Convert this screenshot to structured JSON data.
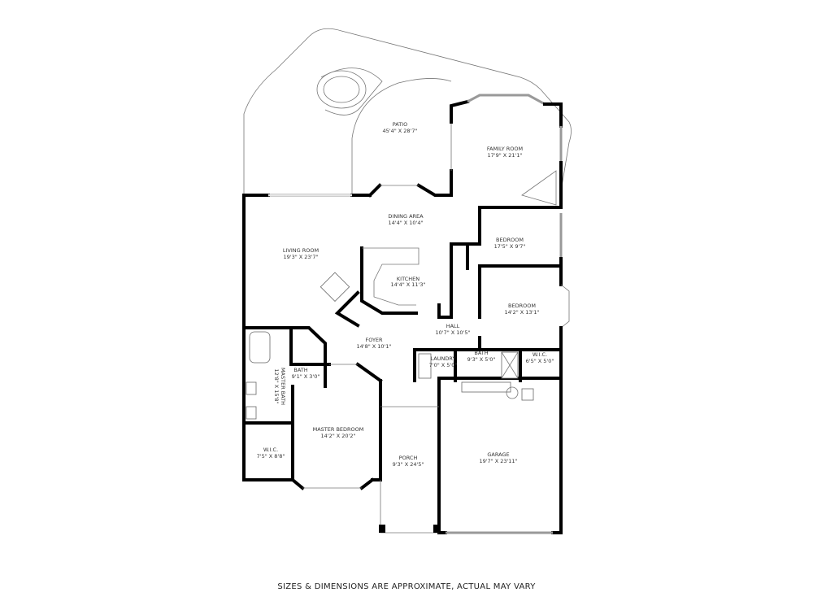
{
  "rooms": {
    "patio": {
      "name": "PATIO",
      "dims": "45'4\" X 28'7\""
    },
    "family_room": {
      "name": "FAMILY ROOM",
      "dims": "17'9\" X 21'1\""
    },
    "dining_area": {
      "name": "DINING AREA",
      "dims": "14'4\" X 10'4\""
    },
    "bedroom_1": {
      "name": "BEDROOM",
      "dims": "17'5\" X 9'7\""
    },
    "living_room": {
      "name": "LIVING ROOM",
      "dims": "19'3\" X 23'7\""
    },
    "kitchen": {
      "name": "KITCHEN",
      "dims": "14'4\" X 11'3\""
    },
    "bedroom_2": {
      "name": "BEDROOM",
      "dims": "14'2\" X 13'1\""
    },
    "hall": {
      "name": "HALL",
      "dims": "10'7\" X 10'5\""
    },
    "foyer": {
      "name": "FOYER",
      "dims": "14'8\" X 10'1\""
    },
    "laundry": {
      "name": "LAUNDRY",
      "dims": "7'0\" X 5'0\""
    },
    "bath_hall": {
      "name": "BATH",
      "dims": "9'3\" X 5'0\""
    },
    "wic_bedroom": {
      "name": "W.I.C.",
      "dims": "6'5\" X 5'0\""
    },
    "bath_small": {
      "name": "BATH",
      "dims": "9'1\" X 3'0\""
    },
    "master_bath": {
      "name": "MASTER BATH",
      "dims": "12'8\" X 15'8\""
    },
    "master_bedroom": {
      "name": "MASTER BEDROOM",
      "dims": "14'2\" X 20'2\""
    },
    "wic_master": {
      "name": "W.I.C.",
      "dims": "7'5\" X 8'8\""
    },
    "porch": {
      "name": "PORCH",
      "dims": "9'3\" X 24'5\""
    },
    "garage": {
      "name": "GARAGE",
      "dims": "19'7\" X 23'11\""
    }
  },
  "disclaimer": "SIZES & DIMENSIONS ARE APPROXIMATE, ACTUAL MAY VARY"
}
